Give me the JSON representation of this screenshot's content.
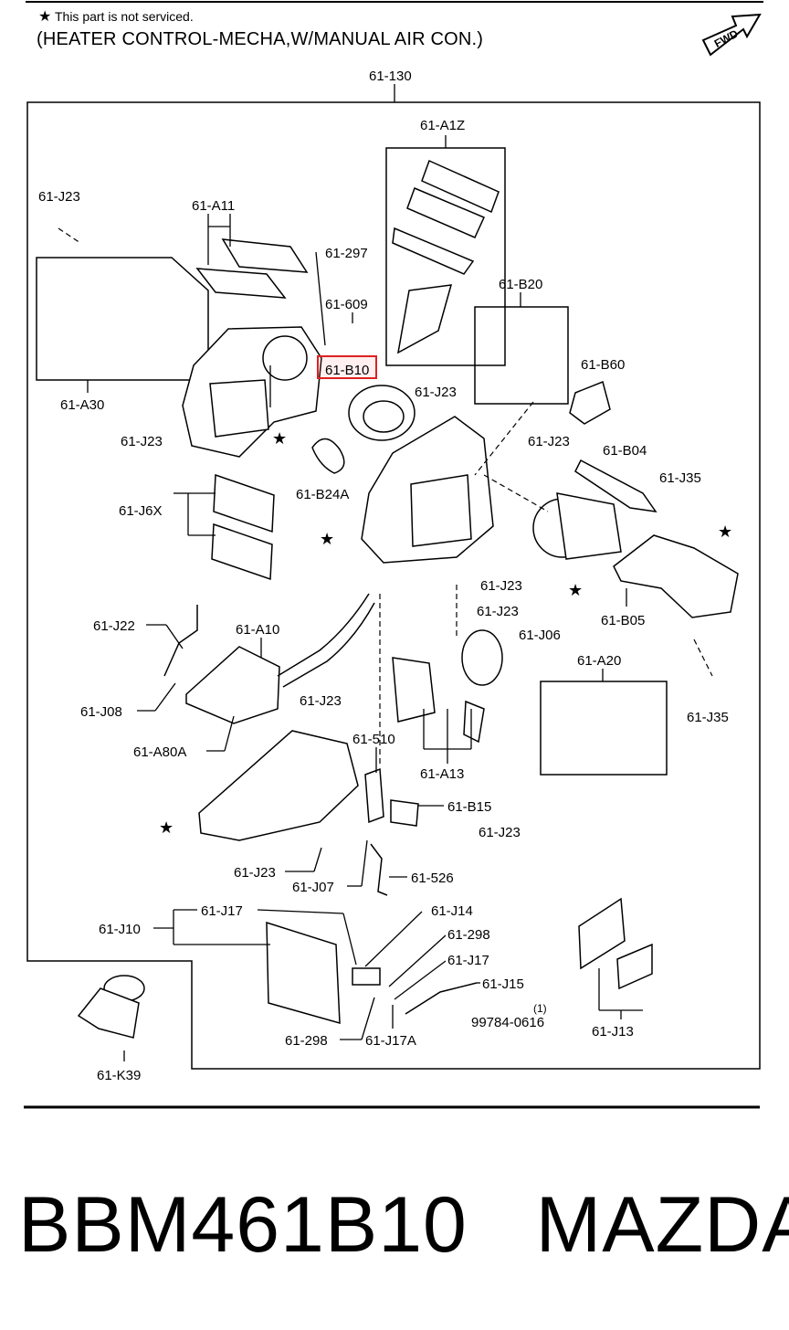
{
  "header": {
    "note": "This part is not serviced.",
    "title": "(HEATER CONTROL-MECHA,W/MANUAL AIR CON.)",
    "fwd": "FWD"
  },
  "labels": {
    "l_61_130": "61-130",
    "l_61_A1Z": "61-A1Z",
    "l_61_J23_a": "61-J23",
    "l_61_A11": "61-A11",
    "l_61_297": "61-297",
    "l_61_609": "61-609",
    "l_61_B20": "61-B20",
    "l_61_B10": "61-B10",
    "l_61_J23_b": "61-J23",
    "l_61_B60": "61-B60",
    "l_61_A30": "61-A30",
    "l_61_J23_c": "61-J23",
    "l_61_B24A": "61-B24A",
    "l_61_J23_d": "61-J23",
    "l_61_B04": "61-B04",
    "l_61_J35_a": "61-J35",
    "l_61_J6X": "61-J6X",
    "l_61_J23_e": "61-J23",
    "l_61_B05": "61-B05",
    "l_61_J22": "61-J22",
    "l_61_A10": "61-A10",
    "l_61_J23_f": "61-J23",
    "l_61_J06": "61-J06",
    "l_61_A20": "61-A20",
    "l_61_J08": "61-J08",
    "l_61_J23_g": "61-J23",
    "l_61_J35_b": "61-J35",
    "l_61_A80A": "61-A80A",
    "l_61_510": "61-510",
    "l_61_A13": "61-A13",
    "l_61_B15": "61-B15",
    "l_61_J23_h": "61-J23",
    "l_61_J23_i": "61-J23",
    "l_61_J07": "61-J07",
    "l_61_526": "61-526",
    "l_61_J10": "61-J10",
    "l_61_J17_a": "61-J17",
    "l_61_J14": "61-J14",
    "l_61_298_a": "61-298",
    "l_61_J17_b": "61-J17",
    "l_61_J15": "61-J15",
    "l_qty": "(1)",
    "l_99784": "99784-0616",
    "l_61_298_b": "61-298",
    "l_61_J17A": "61-J17A",
    "l_61_J13": "61-J13",
    "l_61_K39": "61-K39"
  },
  "highlight": {
    "part": "61-B10",
    "color": "#e02020"
  },
  "footer": {
    "part_number": "BBM461B10",
    "brand": "MAZDA"
  }
}
